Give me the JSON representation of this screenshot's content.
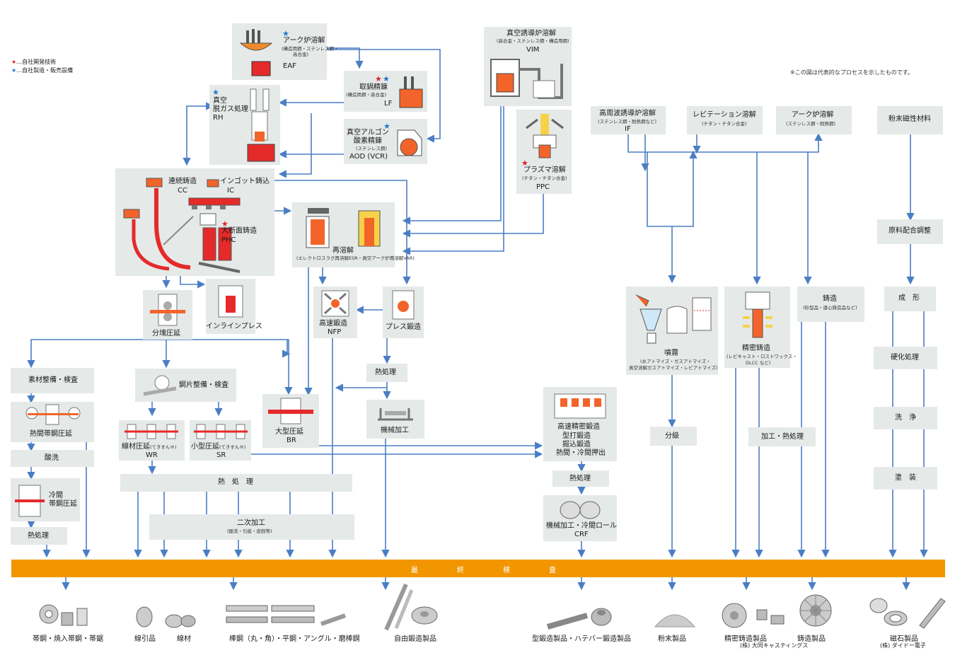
{
  "legend": {
    "red_label": "…自社開発技術",
    "blue_label": "…自社製造・販売設備",
    "star": "★"
  },
  "note": "※この図は代表的なプロセスを示したものです。",
  "eaf": {
    "title": "アーク炉溶解",
    "sub1": "(構造用鋼・ステンレス鋼・",
    "sub2": "高合金)",
    "code": "EAF"
  },
  "lf": {
    "title": "取鍋精錬",
    "sub": "(構造用鋼・高合金)",
    "code": "LF"
  },
  "rh": {
    "l1": "真空",
    "l2": "脱ガス処理",
    "code": "RH"
  },
  "aod": {
    "l1": "真空アルゴン",
    "l2": "酸素精錬",
    "sub": "(ステンレス鋼)",
    "code": "AOD (VCR)"
  },
  "vim": {
    "title": "真空誘導炉溶解",
    "sub": "(高合金・ステンレス鋼・構造用鋼)",
    "code": "VIM"
  },
  "ppc": {
    "title": "プラズマ溶解",
    "sub": "(チタン・チタン合金)",
    "code": "PPC"
  },
  "casting": {
    "cc": "連続鋳造",
    "cc_code": "CC",
    "ic": "インゴット鋳込",
    "ic_code": "IC",
    "phc": "大断面鋳造",
    "phc_code": "PHC"
  },
  "remelt": {
    "title": "再溶解",
    "sub": "(エレクトロスラグ再溶解ESR・真空アーク炉再溶解VAR)"
  },
  "inline_press": "インラインプレス",
  "blooming": "分塊圧延",
  "nfp": {
    "title": "高速鍛造",
    "code": "NFP"
  },
  "press_forging": "プレス鍛造",
  "heat1": "熱処理",
  "machining1": "機械加工",
  "material_prep": "素材整備・検査",
  "hot_strip": "熱間帯鋼圧延",
  "pickling": "酸洗",
  "cold_strip": {
    "l1": "冷間",
    "l2": "帯鋼圧延"
  },
  "heat_strip": "熱処理",
  "billet_prep": "鋼片整備・検査",
  "wr": {
    "title": "線材圧延",
    "small": "(てきすん®)",
    "code": "WR"
  },
  "sr": {
    "title": "小型圧延",
    "small": "(てきすん®)",
    "code": "SR"
  },
  "br": {
    "title": "大型圧延",
    "code": "BR"
  },
  "heat_mid": "熱　処　理",
  "secondary": {
    "title": "二次加工",
    "sub": "(酸洗・引抜・皮削等)"
  },
  "precision_forging": {
    "l1": "高速精密鍛造",
    "l2": "型打鍛造",
    "l3": "掘込鍛造",
    "l4": "熱間・冷間押出"
  },
  "heat_forge": "熱処理",
  "crf": {
    "title": "機械加工・冷間ロール",
    "code": "CRF"
  },
  "hf_if": {
    "title": "高周波誘導炉溶解",
    "sub": "(ステンレス鋼・耐熱鋼など)",
    "code": "IF"
  },
  "levitation": {
    "title": "レビテーション溶解",
    "sub": "(チタン・チタン合金)"
  },
  "arc2": {
    "title": "アーク炉溶解",
    "sub": "(ステンレス鋼・耐熱鋼)"
  },
  "atomize": {
    "title": "噴霧",
    "sub1": "(水アトマイズ・ガスアトマイズ・",
    "sub2": "真空溶解ガスアトマイズ・レビアトマイズ)"
  },
  "classify": "分級",
  "prec_cast": {
    "title": "精密鋳造",
    "sub1": "(レビキャスト・ロストワックス・",
    "sub2": "DLCC など)"
  },
  "process_heat": "加工・熱処理",
  "casting2": {
    "title": "鋳造",
    "sub": "(砂型品・遠心鋳造品など)"
  },
  "magnet": {
    "material": "粉末磁性材料",
    "mix": "原料配合調整",
    "forming": "成　形",
    "hardening": "硬化処理",
    "washing": "洗　浄",
    "coating": "塗　装"
  },
  "final_inspection": [
    "最",
    "終",
    "検",
    "査"
  ],
  "products": {
    "strip": "帯鋼・焼入帯鋼・帯鋸",
    "drawn": "線引品",
    "wire": "線材",
    "bars": "棒鋼（丸・角）・平鋼・アングル・磨棒鋼",
    "free_forged": "自由鍛造製品",
    "die_forged": "型鍛造製品・ハテバー鍛造製品",
    "powder": "粉末製品",
    "precision_cast": "精密鋳造製品",
    "precision_cast_co": "(株) 大同キャスティングス",
    "cast": "鋳造製品",
    "magnet": "磁石製品",
    "magnet_co": "(株) ダイドー電子"
  },
  "colors": {
    "box": "#e5e9e8",
    "line": "#4a7ec4",
    "band": "#f29600",
    "red_star": "#e0202a",
    "blue_star": "#1e78c8"
  }
}
